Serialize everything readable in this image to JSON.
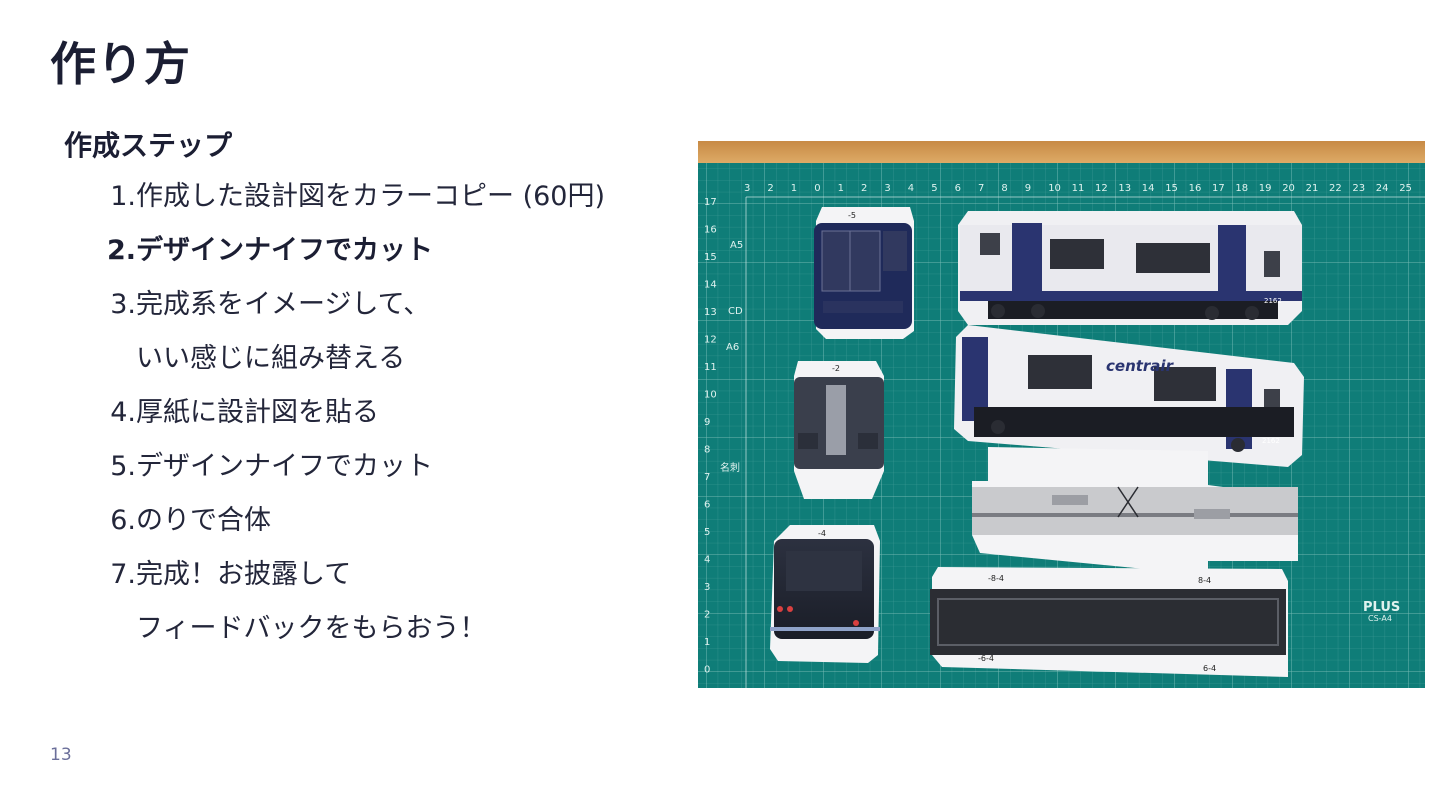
{
  "slide": {
    "title": "作り方",
    "page_number": "13"
  },
  "section": {
    "heading": "作成ステップ"
  },
  "steps": [
    {
      "num": "1.",
      "lines": [
        "作成した設計図をカラーコピー (60円)"
      ],
      "bold": false
    },
    {
      "num": "2.",
      "lines": [
        "デザインナイフでカット"
      ],
      "bold": true
    },
    {
      "num": "3.",
      "lines": [
        "完成系をイメージして、",
        "いい感じに組み替える"
      ],
      "bold": false
    },
    {
      "num": "4.",
      "lines": [
        "厚紙に設計図を貼る"
      ],
      "bold": false
    },
    {
      "num": "5.",
      "lines": [
        "デザインナイフでカット"
      ],
      "bold": false
    },
    {
      "num": "6.",
      "lines": [
        "のりで合体"
      ],
      "bold": false
    },
    {
      "num": "7.",
      "lines": [
        "完成！お披露して",
        "フィードバックをもらおう！"
      ],
      "bold": false
    }
  ],
  "photo": {
    "mat_color": "#0f7d78",
    "wood_color": "#d9a15c",
    "ruler_top": [
      "3",
      "2",
      "1",
      "0",
      "1",
      "2",
      "3",
      "4",
      "5",
      "6",
      "7",
      "8",
      "9",
      "10",
      "11",
      "12",
      "13",
      "14",
      "15",
      "16",
      "17",
      "18",
      "19",
      "20",
      "21",
      "22",
      "23",
      "24",
      "25"
    ],
    "ruler_left": [
      "17",
      "16",
      "15",
      "14",
      "13",
      "12",
      "11",
      "10",
      "9",
      "8",
      "7",
      "6",
      "5",
      "4",
      "3",
      "2",
      "1",
      "0"
    ],
    "mat_labels": [
      "A5",
      "CD",
      "A6",
      "名刺",
      "PLUS",
      "CS-A4"
    ],
    "car_text": [
      "centrair",
      "2162",
      "2162"
    ],
    "piece_labels": [
      "-5",
      "-2",
      "-4",
      "-8-4",
      "8-4",
      "-6-4",
      "6-4"
    ]
  }
}
